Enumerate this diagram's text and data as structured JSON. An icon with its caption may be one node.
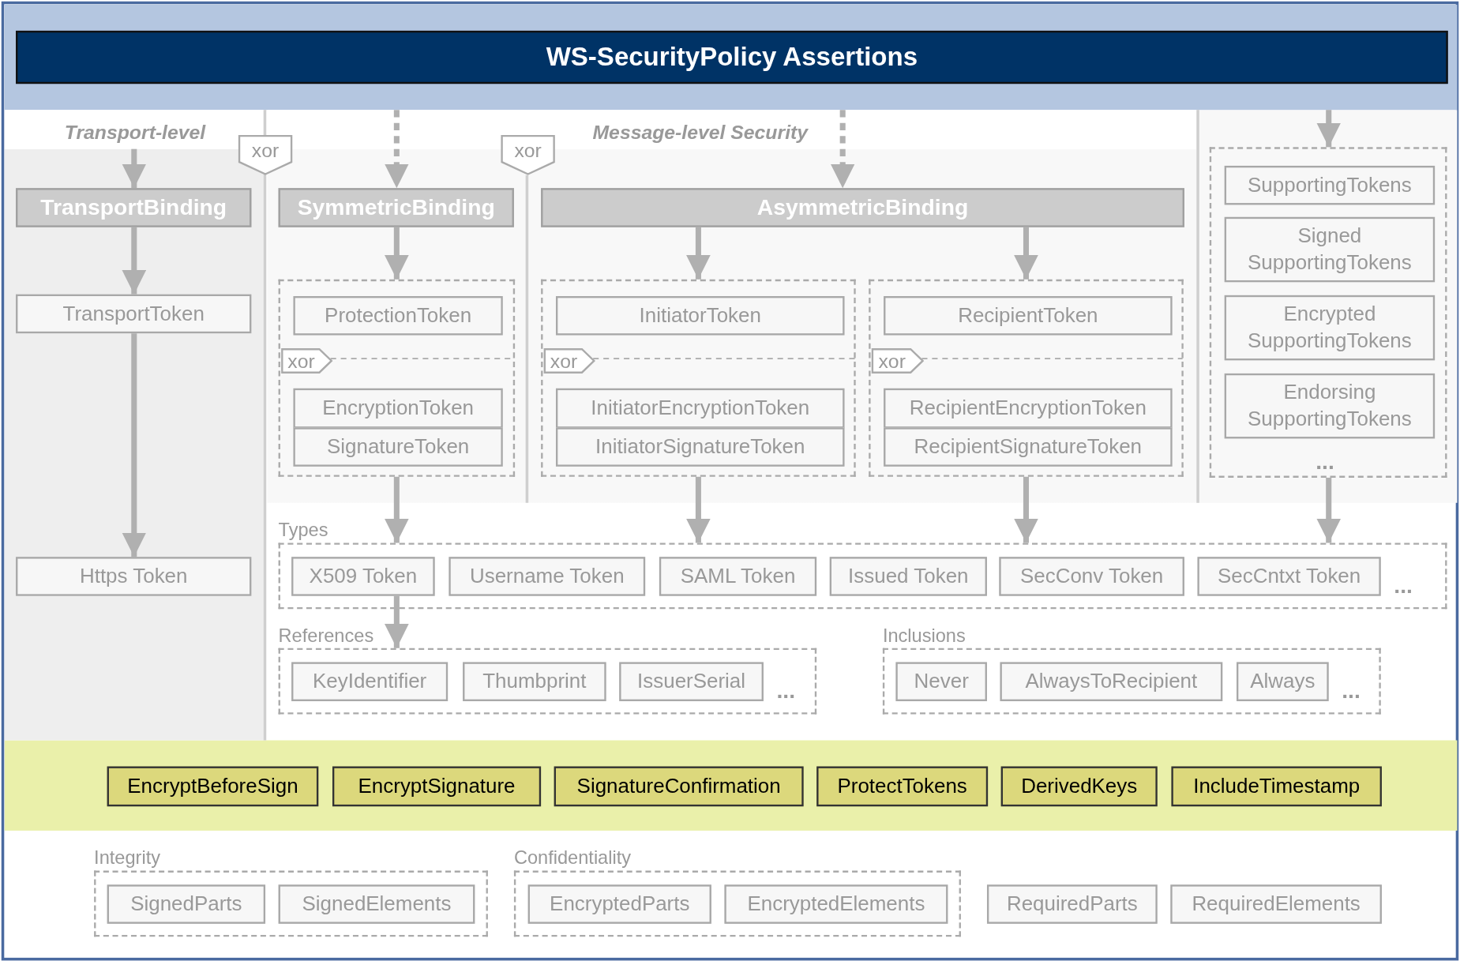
{
  "diagram": {
    "nodes": [
      {
        "text": [],
        "shape": "bar"
      },
      {
        "text": [
          "WS-SecurityPolicy Assertions"
        ],
        "in": 0
      },
      {
        "text": [
          "Transport-level"
        ]
      },
      {
        "text": [
          "TransportBinding"
        ],
        "in": 2
      },
      {
        "text": [
          "TransportToken"
        ],
        "in": 2
      },
      {
        "text": [
          "Https Token"
        ],
        "in": 2
      },
      {
        "text": [
          "xor"
        ]
      },
      {
        "text": [
          "Message-level Security"
        ]
      },
      {
        "text": [
          "xor"
        ],
        "in": 7
      },
      {
        "text": [
          "SymmetricBinding"
        ],
        "in": 7
      },
      {
        "text": [
          "AsymmetricBinding"
        ],
        "in": 7
      },
      {
        "text": [],
        "shape": "box",
        "in": 7
      },
      {
        "text": [
          "ProtectionToken"
        ],
        "in": 11
      },
      {
        "text": [
          "xor"
        ],
        "in": 11
      },
      {
        "text": [
          "EncryptionToken"
        ],
        "in": 11
      },
      {
        "text": [
          "SignatureToken"
        ],
        "in": 11
      },
      {
        "text": [],
        "shape": "box",
        "in": 7
      },
      {
        "text": [
          "InitiatorToken"
        ],
        "in": 16
      },
      {
        "text": [
          "xor"
        ],
        "in": 16
      },
      {
        "text": [
          "InitiatorEncryptionToken"
        ],
        "in": 16
      },
      {
        "text": [
          "InitiatorSignatureToken"
        ],
        "in": 16
      },
      {
        "text": [],
        "shape": "box",
        "in": 7
      },
      {
        "text": [
          "RecipientToken"
        ],
        "in": 21
      },
      {
        "text": [
          "xor"
        ],
        "in": 21
      },
      {
        "text": [
          "RecipientEncryptionToken"
        ],
        "in": 21
      },
      {
        "text": [
          "RecipientSignatureToken"
        ],
        "in": 21
      },
      {
        "text": [],
        "shape": "box"
      },
      {
        "text": [
          "SupportingTokens"
        ],
        "in": 26
      },
      {
        "text": [
          "Signed SupportingTokens"
        ],
        "in": 26
      },
      {
        "text": [
          "Encrypted SupportingTokens"
        ],
        "in": 26
      },
      {
        "text": [
          "Endorsing SupportingTokens"
        ],
        "in": 26
      },
      {
        "text": [
          "Types"
        ]
      },
      {
        "text": [
          "X509 Token"
        ],
        "in": 31
      },
      {
        "text": [
          "Username Token"
        ],
        "in": 31
      },
      {
        "text": [
          "SAML Token"
        ],
        "in": 31
      },
      {
        "text": [
          "Issued Token"
        ],
        "in": 31
      },
      {
        "text": [
          "SecConv Token"
        ],
        "in": 31
      },
      {
        "text": [
          "SecCntxt Token"
        ],
        "in": 31
      },
      {
        "text": [
          "References"
        ]
      },
      {
        "text": [
          "KeyIdentifier"
        ],
        "in": 38
      },
      {
        "text": [
          "Thumbprint"
        ],
        "in": 38
      },
      {
        "text": [
          "IssuerSerial"
        ],
        "in": 38
      },
      {
        "text": [
          "Inclusions"
        ]
      },
      {
        "text": [
          "Never"
        ],
        "in": 42
      },
      {
        "text": [
          "AlwaysToRecipient"
        ],
        "in": 42
      },
      {
        "text": [
          "Always"
        ],
        "in": 42
      },
      {
        "text": [
          "EncryptBeforeSign"
        ]
      },
      {
        "text": [
          "EncryptSignature"
        ]
      },
      {
        "text": [
          "SignatureConfirmation"
        ]
      },
      {
        "text": [
          "ProtectTokens"
        ]
      },
      {
        "text": [
          "DerivedKeys"
        ]
      },
      {
        "text": [
          "IncludeTimestamp"
        ]
      },
      {
        "text": [
          "Integrity"
        ]
      },
      {
        "text": [
          "SignedParts"
        ],
        "in": 52
      },
      {
        "text": [
          "SignedElements"
        ],
        "in": 52
      },
      {
        "text": [
          "Confidentiality"
        ]
      },
      {
        "text": [
          "EncryptedParts"
        ],
        "in": 55
      },
      {
        "text": [
          "EncryptedElements"
        ],
        "in": 55
      },
      {
        "text": [
          "RequiredParts"
        ]
      },
      {
        "text": [
          "RequiredElements"
        ]
      }
    ],
    "edges": [
      {
        "from": null,
        "to": 3,
        "arrow": "to"
      },
      {
        "from": 3,
        "to": 4,
        "arrow": "to"
      },
      {
        "from": 4,
        "to": 5,
        "arrow": "to"
      },
      {
        "from": 0,
        "to": 9,
        "arrow": "to",
        "style": "dashed"
      },
      {
        "from": 0,
        "to": 10,
        "arrow": "to",
        "style": "dashed"
      },
      {
        "from": 0,
        "to": 26,
        "arrow": "to"
      },
      {
        "from": 9,
        "to": 11,
        "arrow": "to"
      },
      {
        "from": 10,
        "to": 16,
        "arrow": "to"
      },
      {
        "from": 10,
        "to": 21,
        "arrow": "to"
      },
      {
        "from": 11,
        "to": 31,
        "arrow": "to"
      },
      {
        "from": 16,
        "to": 31,
        "arrow": "to"
      },
      {
        "from": 21,
        "to": 31,
        "arrow": "to"
      },
      {
        "from": 26,
        "to": 31,
        "arrow": "to"
      },
      {
        "from": 32,
        "to": 38,
        "arrow": "to"
      }
    ],
    "labels": [
      "...",
      "...",
      "...",
      "..."
    ]
  }
}
